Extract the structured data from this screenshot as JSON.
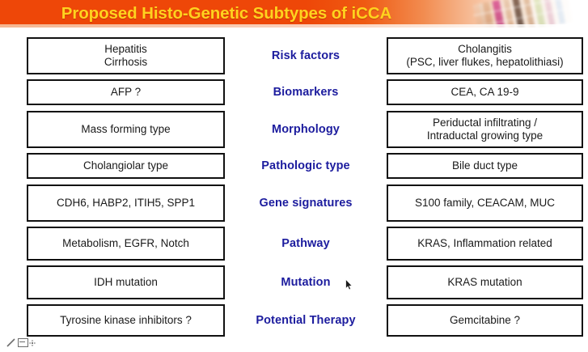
{
  "banner": {
    "title": "Proposed Histo-Genetic Subtypes of iCCA",
    "background_color": "#ee4708",
    "title_color": "#ffd21f",
    "decoration": "tissue-microarray-thumbnail"
  },
  "colors": {
    "accent_orange": "#ee4708",
    "title_yellow": "#ffd21f",
    "label_blue": "#1c1c9e",
    "box_border": "#111111",
    "box_fill": "#ffffff",
    "box_text": "#1a1a1a"
  },
  "comparison": {
    "left_column_name": "",
    "middle_column_name": "",
    "right_column_name": "",
    "rows": [
      {
        "category": "Risk factors",
        "left": [
          "Hepatitis",
          "Cirrhosis"
        ],
        "right": [
          "Cholangitis",
          "(PSC, liver flukes, hepatolithiasi)"
        ]
      },
      {
        "category": "Biomarkers",
        "left": [
          "AFP ?"
        ],
        "right": [
          "CEA, CA 19-9"
        ]
      },
      {
        "category": "Morphology",
        "left": [
          "Mass forming type"
        ],
        "right": [
          "Periductal infiltrating /",
          "Intraductal growing type"
        ]
      },
      {
        "category": "Pathologic type",
        "left": [
          "Cholangiolar type"
        ],
        "right": [
          "Bile duct type"
        ]
      },
      {
        "category": "Gene signatures",
        "left": [
          "CDH6, HABP2, ITIH5, SPP1"
        ],
        "right": [
          "S100 family, CEACAM, MUC"
        ]
      },
      {
        "category": "Pathway",
        "left": [
          "Metabolism, EGFR, Notch"
        ],
        "right": [
          "KRAS, Inflammation related"
        ]
      },
      {
        "category": "Mutation",
        "left": [
          "IDH mutation"
        ],
        "right": [
          "KRAS mutation"
        ]
      },
      {
        "category": "Potential Therapy",
        "left": [
          "Tyrosine kinase inhibitors ?"
        ],
        "right": [
          "Gemcitabine ?"
        ]
      }
    ]
  },
  "editing_artifacts": {
    "toolbar_icons": [
      "line-tool-icon",
      "rectangle-tool-icon",
      "move-handle-icon"
    ],
    "cursor": "mouse-pointer"
  }
}
